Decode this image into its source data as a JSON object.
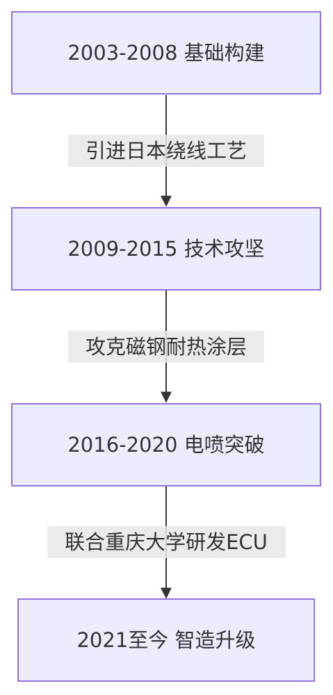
{
  "nodes": [
    {
      "id": "n1",
      "label": "2003-2008 基础构建"
    },
    {
      "id": "n2",
      "label": "2009-2015 技术攻坚"
    },
    {
      "id": "n3",
      "label": "2016-2020 电喷突破"
    },
    {
      "id": "n4",
      "label": "2021至今 智造升级"
    }
  ],
  "edges": [
    {
      "from": "n1",
      "to": "n2",
      "label": "引进日本绕线工艺"
    },
    {
      "from": "n2",
      "to": "n3",
      "label": "攻克磁钢耐热涂层"
    },
    {
      "from": "n3",
      "to": "n4",
      "label": "联合重庆大学研发ECU"
    }
  ],
  "colors": {
    "node_fill": "#ECECFF",
    "node_stroke": "#9370DB",
    "edge_stroke": "#333333",
    "edge_label_bg": "#E8E8E8",
    "text": "#333333"
  }
}
